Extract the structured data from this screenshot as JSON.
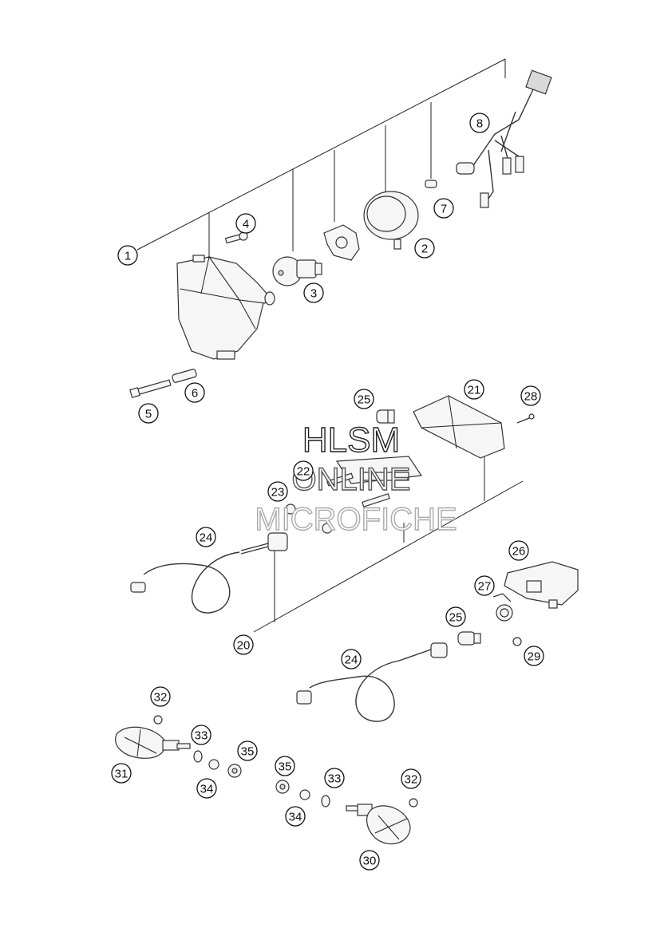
{
  "watermark": {
    "line1": "HLSM",
    "line2": "ONLINE",
    "line3": "MICROFICHE"
  },
  "callouts": [
    {
      "id": "c1",
      "label": "1"
    },
    {
      "id": "c2",
      "label": "2"
    },
    {
      "id": "c3",
      "label": "3"
    },
    {
      "id": "c4",
      "label": "4"
    },
    {
      "id": "c5",
      "label": "5"
    },
    {
      "id": "c6",
      "label": "6"
    },
    {
      "id": "c7",
      "label": "7"
    },
    {
      "id": "c8",
      "label": "8"
    },
    {
      "id": "c20",
      "label": "20"
    },
    {
      "id": "c21",
      "label": "21"
    },
    {
      "id": "c22",
      "label": "22"
    },
    {
      "id": "c23",
      "label": "23"
    },
    {
      "id": "c24a",
      "label": "24"
    },
    {
      "id": "c24b",
      "label": "24"
    },
    {
      "id": "c25a",
      "label": "25"
    },
    {
      "id": "c25b",
      "label": "25"
    },
    {
      "id": "c26",
      "label": "26"
    },
    {
      "id": "c27",
      "label": "27"
    },
    {
      "id": "c28",
      "label": "28"
    },
    {
      "id": "c29",
      "label": "29"
    },
    {
      "id": "c30",
      "label": "30"
    },
    {
      "id": "c31",
      "label": "31"
    },
    {
      "id": "c32a",
      "label": "32"
    },
    {
      "id": "c32b",
      "label": "32"
    },
    {
      "id": "c33a",
      "label": "33"
    },
    {
      "id": "c33b",
      "label": "33"
    },
    {
      "id": "c34a",
      "label": "34"
    },
    {
      "id": "c34b",
      "label": "34"
    },
    {
      "id": "c35a",
      "label": "35"
    },
    {
      "id": "c35b",
      "label": "35"
    }
  ]
}
